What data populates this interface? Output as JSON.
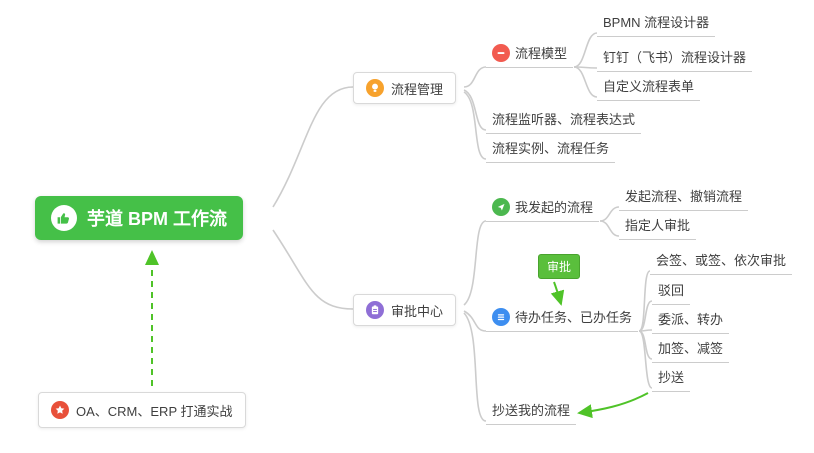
{
  "colors": {
    "background": "#ffffff",
    "main_green": "#45c048",
    "arrow_green": "#4fc328",
    "line_gray": "#cccccc",
    "text_dark": "#3f3f3f",
    "orange_icon": "#f7a22d",
    "purple_icon": "#8f6fd6",
    "red_icon": "#f25b50",
    "green_icon": "#4cb84f",
    "blue_icon": "#3d8ef0",
    "star_red": "#e8503a",
    "badge_green": "#5abf3c"
  },
  "nodes": {
    "main": {
      "label": "芋道 BPM 工作流"
    },
    "practice": {
      "label": "OA、CRM、ERP 打通实战"
    },
    "process_mgmt": {
      "label": "流程管理"
    },
    "process_model": {
      "label": "流程模型"
    },
    "bpmn_designer": {
      "label": "BPMN 流程设计器"
    },
    "dingtalk_designer": {
      "label": "钉钉（飞书）流程设计器"
    },
    "custom_form": {
      "label": "自定义流程表单"
    },
    "listener_expression": {
      "label": "流程监听器、流程表达式"
    },
    "instance_task": {
      "label": "流程实例、流程任务"
    },
    "approval_center": {
      "label": "审批中心"
    },
    "my_initiated": {
      "label": "我发起的流程"
    },
    "initiate_cancel": {
      "label": "发起流程、撤销流程"
    },
    "assignee_approval": {
      "label": "指定人审批"
    },
    "todo_done": {
      "label": "待办任务、已办任务"
    },
    "countersign": {
      "label": "会签、或签、依次审批"
    },
    "reject": {
      "label": "驳回"
    },
    "delegate_transfer": {
      "label": "委派、转办"
    },
    "add_remove_sign": {
      "label": "加签、减签"
    },
    "cc": {
      "label": "抄送"
    },
    "cc_my_process": {
      "label": "抄送我的流程"
    },
    "approval_badge": {
      "label": "审批"
    }
  }
}
